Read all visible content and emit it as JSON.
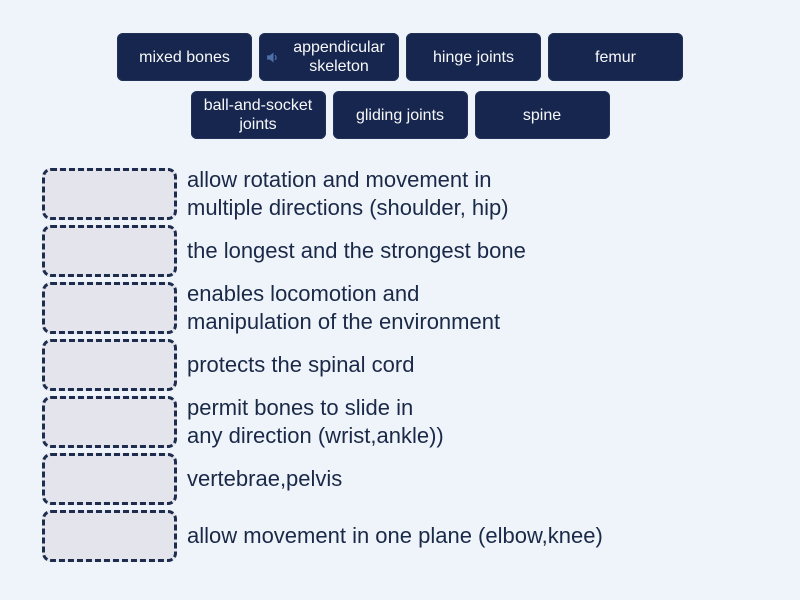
{
  "activity": {
    "kind": "match-up",
    "colors": {
      "background": "#eff4fa",
      "tile_background": "#17264e",
      "tile_text": "#f7f8fa",
      "dropzone_fill": "#e4e5ec",
      "dropzone_dash": "#1e2c4e",
      "definition_text": "#1a2947",
      "speaker_icon": "#4f6fa9"
    }
  },
  "tiles": [
    {
      "label": "mixed bones"
    },
    {
      "label": "appendicular skeleton",
      "has_audio": true,
      "icon": "speaker-icon"
    },
    {
      "label": "hinge joints"
    },
    {
      "label": "femur"
    },
    {
      "label": "ball-and-socket joints"
    },
    {
      "label": "gliding joints"
    },
    {
      "label": "spine"
    }
  ],
  "definitions": [
    "allow rotation and movement in\nmultiple directions (shoulder, hip)",
    "the longest and the strongest bone",
    "enables locomotion and\nmanipulation of the environment",
    "protects the spinal cord",
    "permit bones to slide in\nany direction (wrist,ankle))",
    "vertebrae,pelvis",
    "allow movement in one plane (elbow,knee)"
  ]
}
